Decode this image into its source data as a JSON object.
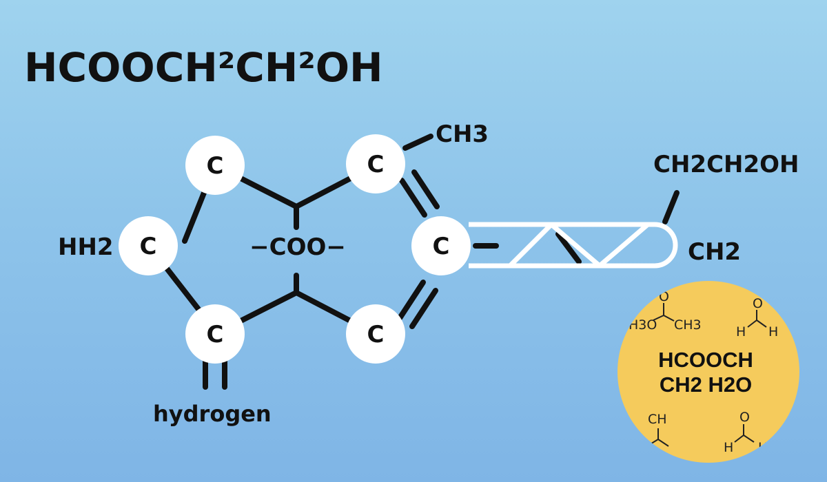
{
  "title": "HCOOCH²CH²OH",
  "atom_symbol": "C",
  "labels": {
    "ch3": "CH3",
    "ch2ch2oh": "CH2CH2OH",
    "hh2": "HH2",
    "coo": "−COO−",
    "ch2": "CH2",
    "hydrogen": "hydrogen"
  },
  "badge": {
    "line1": "HCOOCH",
    "line2": "CH2  H2O",
    "mini": {
      "topleft_o": "O",
      "topleft_left": "H3O",
      "topleft_right": "CH3",
      "topright_o": "O",
      "topright_h1": "H",
      "topright_h2": "H",
      "bottomleft_ch": "CH",
      "bottomright_o": "O",
      "bottomright_h1": "H",
      "bottomright_h2": "H"
    },
    "color": "#f5cb5c"
  },
  "colors": {
    "atom_fill": "#ffffff",
    "bond": "#111111"
  }
}
